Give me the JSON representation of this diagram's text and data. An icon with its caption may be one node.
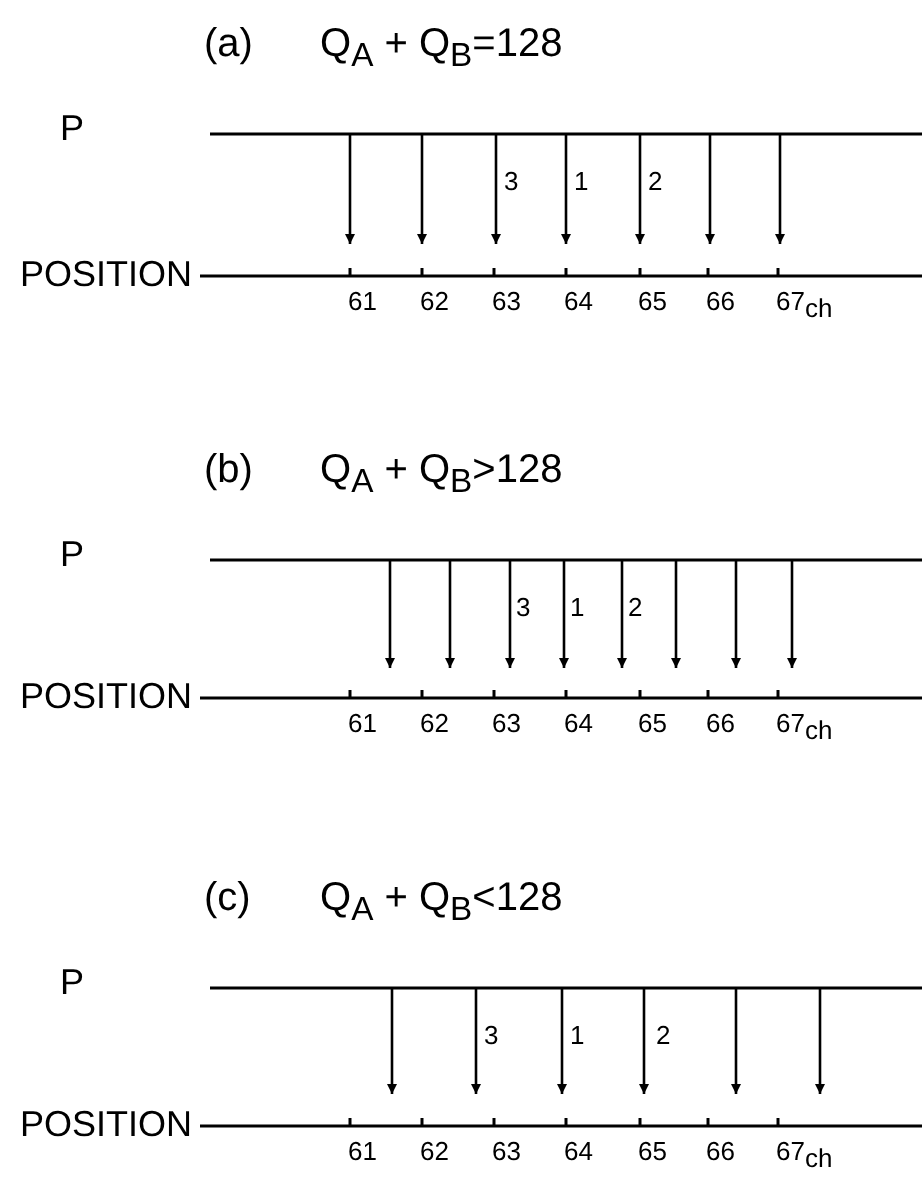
{
  "diagram": {
    "labels": [
      "(a)",
      "Q$_{A}$ + Q$_{B}$=128",
      "P",
      "3",
      "1",
      "2",
      "POSITION",
      "61",
      "62",
      "63",
      "64",
      "65",
      "66",
      "67$_{ch}$",
      "(b)",
      "Q$_{A}$ + Q$_{B}$>128",
      "P",
      "3",
      "1",
      "2",
      "POSITION",
      "61",
      "62",
      "63",
      "64",
      "65",
      "66",
      "67$_{ch}$",
      "(c)",
      "Q$_{A}$ + Q$_{B}$<128",
      "P",
      "3",
      "1",
      "2",
      "POSITION",
      "61",
      "62",
      "63",
      "64",
      "65",
      "66",
      "67$_{ch}$"
    ]
  }
}
